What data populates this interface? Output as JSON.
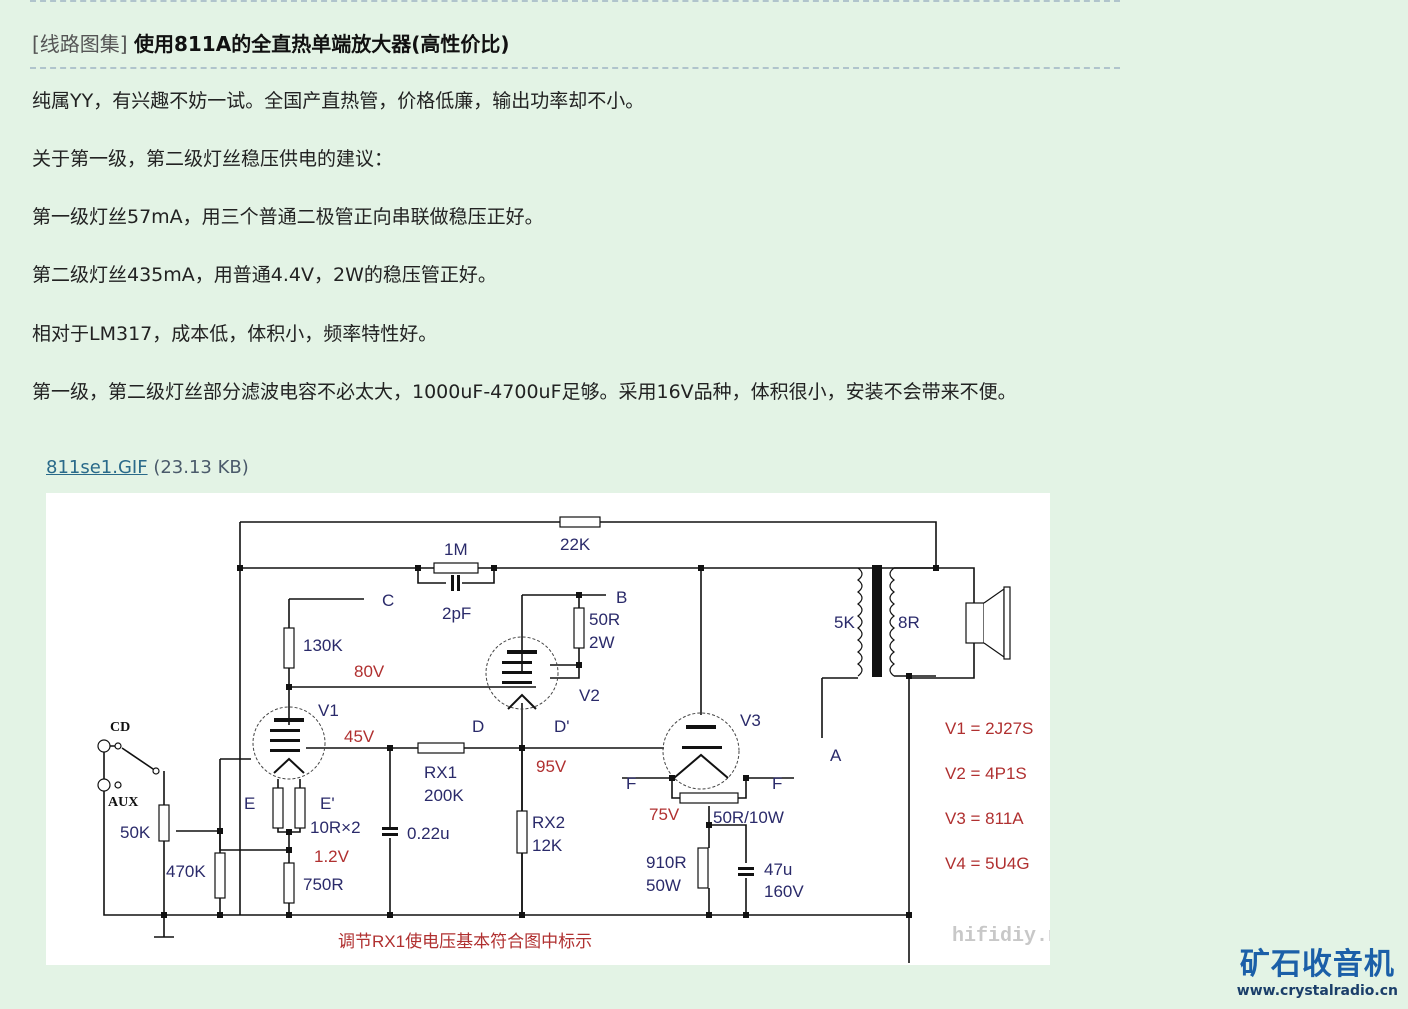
{
  "post": {
    "category": "[线路图集]",
    "title": "使用811A的全直热单端放大器(高性价比)",
    "paragraphs": [
      "纯属YY，有兴趣不妨一试。全国产直热管，价格低廉，输出功率却不小。",
      "关于第一级，第二级灯丝稳压供电的建议：",
      "第一级灯丝57mA，用三个普通二极管正向串联做稳压正好。",
      "第二级灯丝435mA，用普通4.4V，2W的稳压管正好。",
      "相对于LM317，成本低，体积小，频率特性好。",
      "第一级，第二级灯丝部分滤波电容不必太大，1000uF-4700uF足够。采用16V品种，体积很小，安装不会带来不便。"
    ]
  },
  "attachment": {
    "filename": "811se1.GIF",
    "size": "(23.13 KB)"
  },
  "schematic": {
    "labels": {
      "r_feedback": "22K",
      "r_1m": "1M",
      "c_2pf": "2pF",
      "out_c": "C",
      "out_b": "B",
      "r_130k": "130K",
      "v_80": "80V",
      "r_50r": "50R",
      "r_50r_w": "2W",
      "v1": "V1",
      "v2": "V2",
      "v3": "V3",
      "v_45": "45V",
      "d": "D",
      "d2": "D'",
      "v_95": "95V",
      "rx1": "RX1",
      "rx1_val": "200K",
      "rx2": "RX2",
      "rx2_val": "12K",
      "e": "E",
      "e2": "E'",
      "r_10r": "10R×2",
      "v_12": "1.2V",
      "r_750": "750R",
      "c_022": "0.22u",
      "cd": "CD",
      "aux": "AUX",
      "pot_50k": "50K",
      "r_470k": "470K",
      "f1": "F",
      "f2": "F",
      "v_75": "75V",
      "r_50r10w": "50R/10W",
      "r_910": "910R",
      "r_910_w": "50W",
      "c_47u": "47u",
      "c_47u_v": "160V",
      "t_pri": "5K",
      "t_sec": "8R",
      "out_a": "A",
      "note": "调节RX1使电压基本符合图中标示",
      "watermark": "hifidiy.net"
    },
    "tubes": [
      "V1 = 2J27S",
      "V2 = 4P1S",
      "V3 = 811A",
      "V4 = 5U4G"
    ],
    "colors": {
      "wire": "#111111",
      "label": "#2a2a6a",
      "voltage": "#b03030"
    }
  },
  "logo": {
    "name": "矿石收音机",
    "url": "www.crystalradio.cn"
  }
}
